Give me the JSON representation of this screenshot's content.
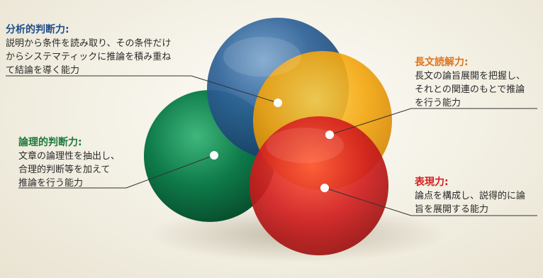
{
  "colors": {
    "blue": "#2b5e91",
    "orange": "#f0a30a",
    "green": "#0e7a49",
    "red": "#d42020",
    "title_blue": "#1f4e8c",
    "title_orange": "#e0751a",
    "title_green": "#1a7a3a",
    "title_red": "#d42020"
  },
  "labels": {
    "analytical": {
      "title": "分析的判断力:",
      "lines": [
        "説明から条件を読み取り、その条件だけ",
        "からシステマティックに推論を積み重ね",
        "て結論を導く能力"
      ]
    },
    "logical": {
      "title": "論理的判断力:",
      "lines": [
        "文章の論理性を抽出し、",
        "合理的判断等を加えて",
        "推論を行う能力"
      ]
    },
    "reading": {
      "title": "長文読解力:",
      "lines": [
        "長文の論旨展開を把握し、",
        "それとの関連のもとで推論",
        "を行う能力"
      ]
    },
    "expression": {
      "title": "表現力:",
      "lines": [
        "論点を構成し、説得的に論",
        "旨を展開する能力"
      ]
    }
  }
}
